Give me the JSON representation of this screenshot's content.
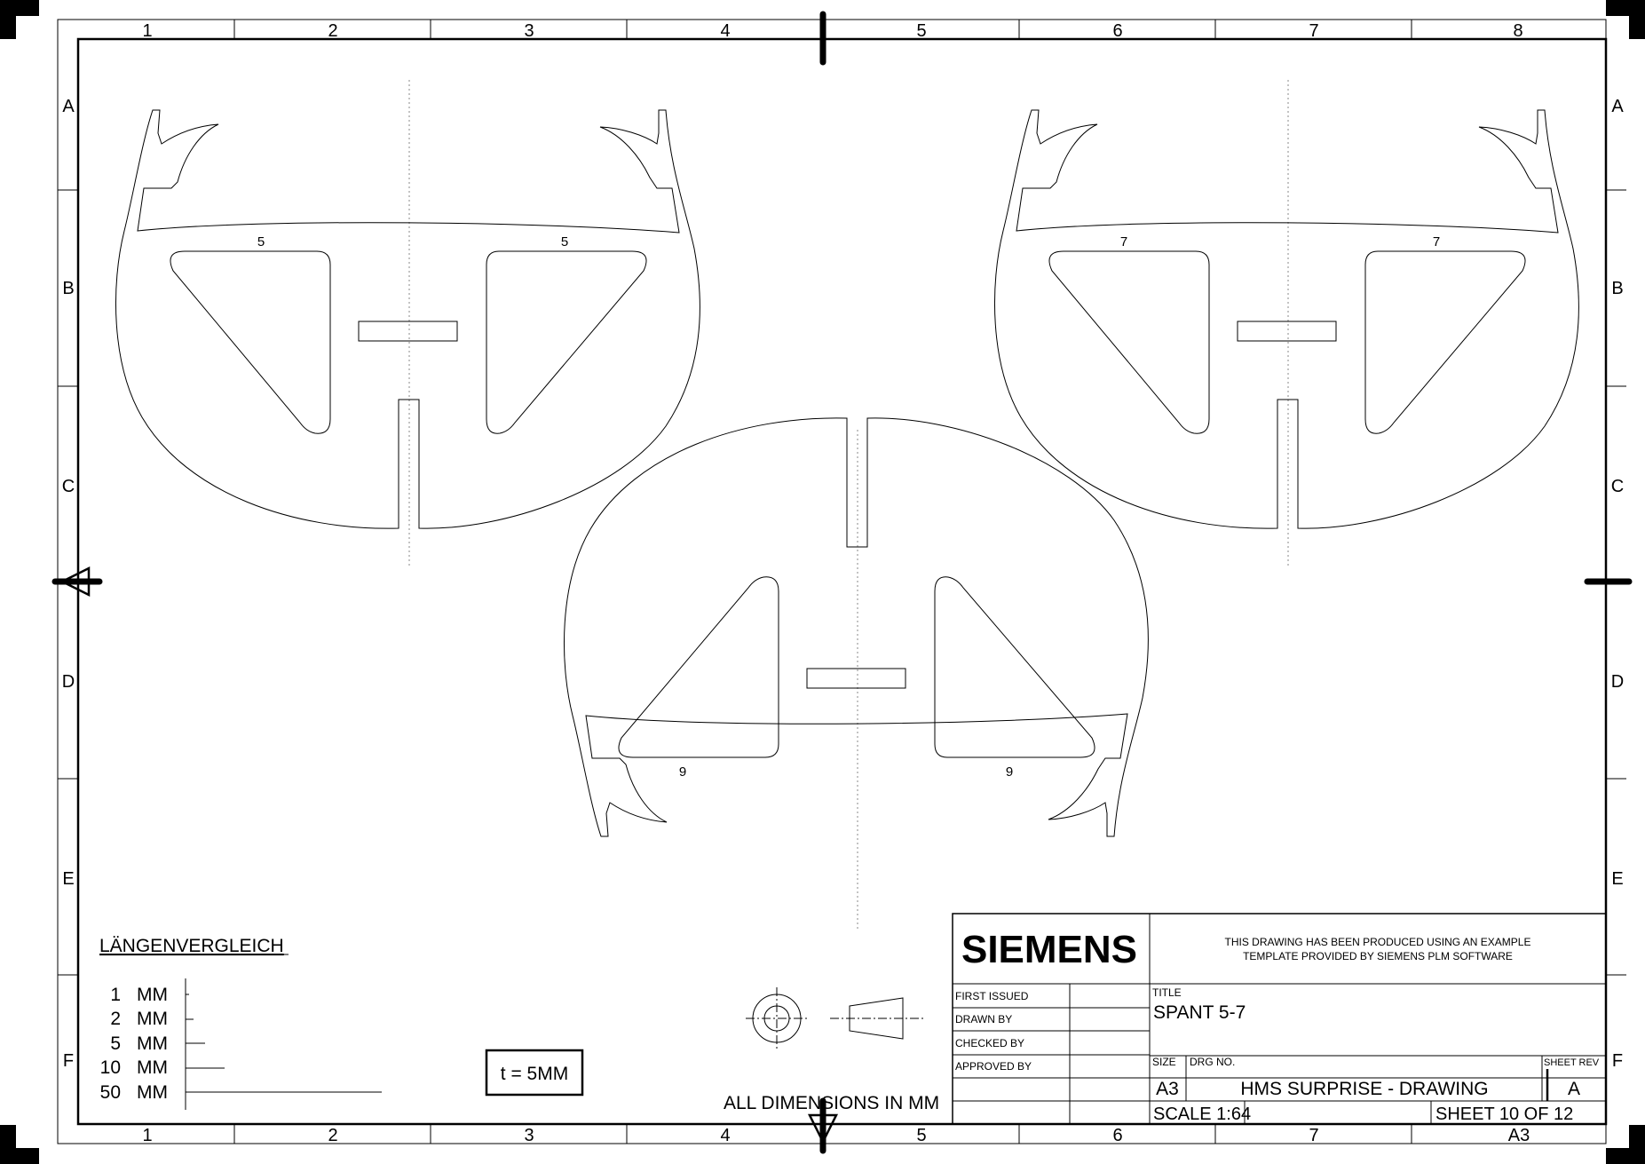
{
  "border": {
    "columns": [
      "1",
      "2",
      "3",
      "4",
      "5",
      "6",
      "7",
      "8"
    ],
    "rows": [
      "A",
      "B",
      "C",
      "D",
      "E",
      "F"
    ]
  },
  "parts": {
    "left_labels": [
      "5",
      "5"
    ],
    "right_labels": [
      "7",
      "7"
    ],
    "bottom_labels": [
      "9",
      "9"
    ]
  },
  "scale_legend": {
    "title": "LÄNGENVERGLEICH",
    "rows": [
      {
        "value": "1",
        "unit": "MM"
      },
      {
        "value": "2",
        "unit": "MM"
      },
      {
        "value": "5",
        "unit": "MM"
      },
      {
        "value": "10",
        "unit": "MM"
      },
      {
        "value": "50",
        "unit": "MM"
      }
    ]
  },
  "thickness_note": "t = 5MM",
  "dimensions_note": "ALL DIMENSIONS IN MM",
  "title_block": {
    "logo": "SIEMENS",
    "notice_line1": "THIS DRAWING HAS BEEN PRODUCED USING AN EXAMPLE",
    "notice_line2": "TEMPLATE PROVIDED BY SIEMENS PLM SOFTWARE",
    "first_issued": "FIRST ISSUED",
    "drawn_by": "DRAWN BY",
    "checked_by": "CHECKED BY",
    "approved_by": "APPROVED BY",
    "title_label": "TITLE",
    "title": "SPANT 5-7",
    "size_label": "SIZE",
    "size": "A3",
    "drg_label": "DRG NO.",
    "drg_no": "HMS SURPRISE - DRAWING",
    "rev_label": "SHEET REV",
    "rev": "A",
    "scale": "SCALE 1:64",
    "sheet": "SHEET 10 OF 12",
    "format": "A3"
  }
}
